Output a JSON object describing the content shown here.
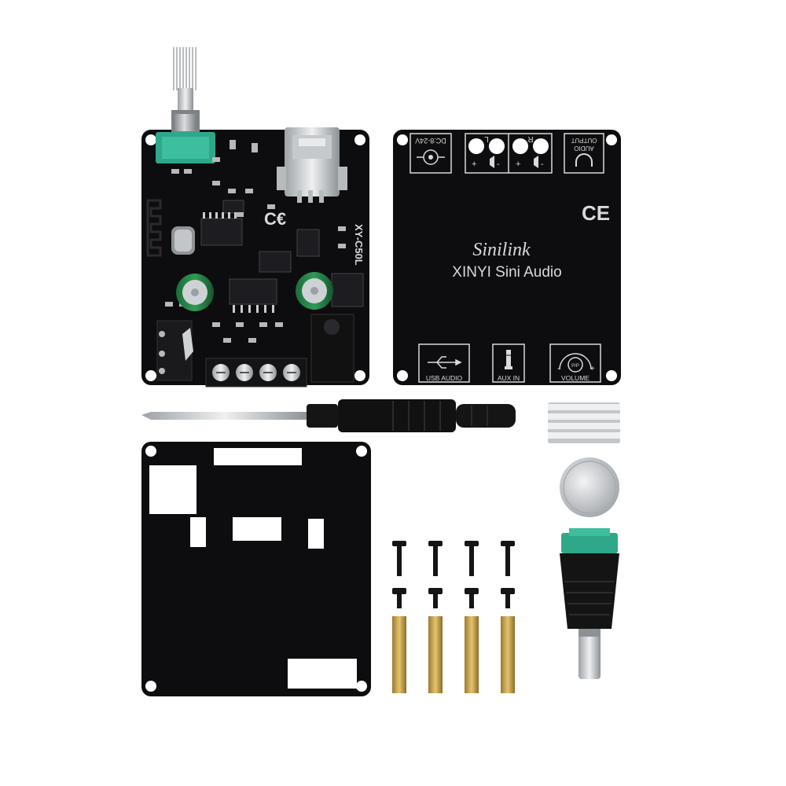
{
  "board": {
    "model_label": "XY-C50L"
  },
  "back_panel": {
    "power_label": "DC:8-24V",
    "left_channel": "L",
    "right_channel": "R",
    "plus": "+",
    "minus": "-",
    "audio_output_line1": "AUDIO",
    "audio_output_line2": "OUTPUT",
    "ce_mark": "CE",
    "brand_script": "Sinilink",
    "brand_name": "XINYI Sini Audio",
    "usb_label": "USB AUDIO",
    "aux_label": "AUX IN",
    "volume_label": "VOLUME",
    "volume_center": "P/P",
    "volume_minus": "-",
    "volume_plus": "+"
  },
  "colors": {
    "pcb": "#0d0d0f",
    "silkscreen": "#d9d9d9",
    "terminal_green": "#2ea889",
    "brass": "#c7a24b",
    "aluminum": "#cfd2d4"
  }
}
